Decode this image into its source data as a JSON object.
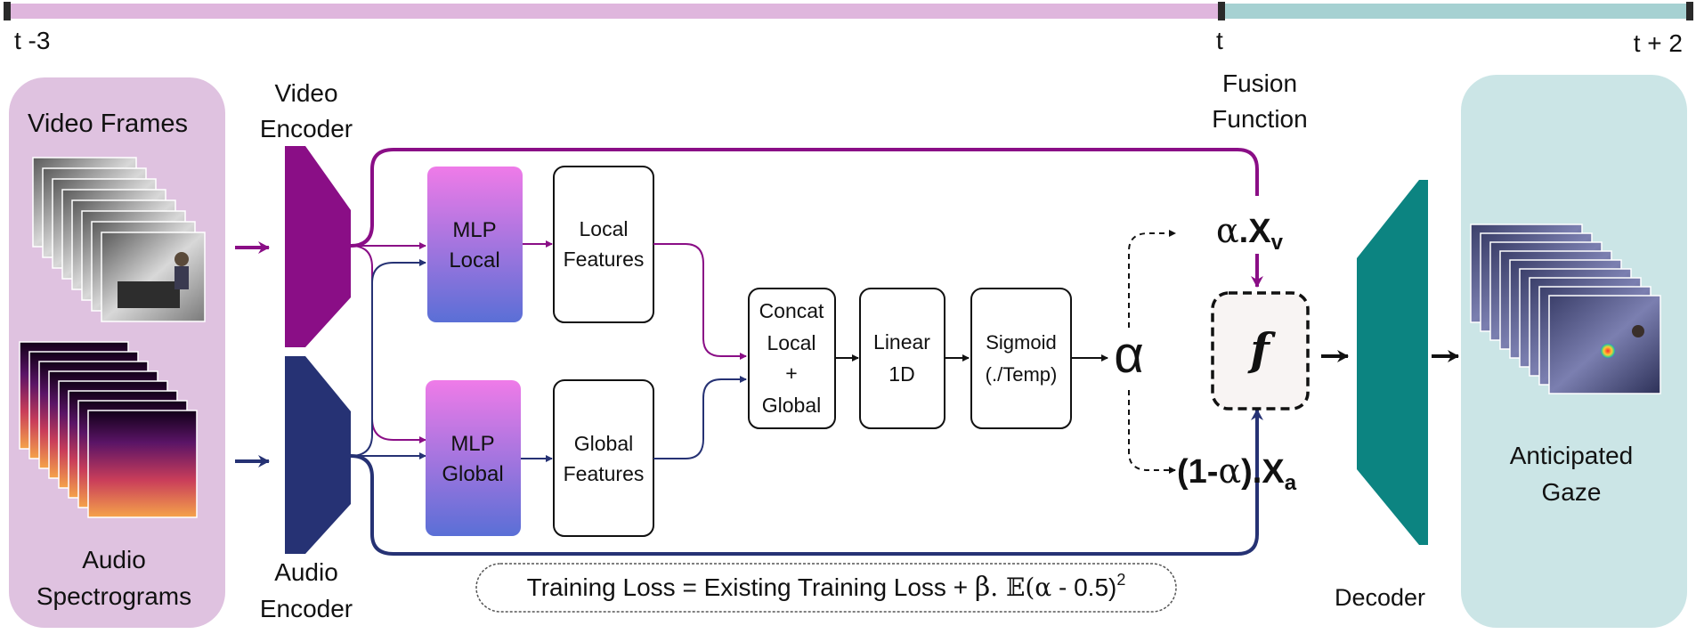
{
  "timeline": {
    "start_label": "t -3",
    "mid_label": "t",
    "end_label": "t + 2",
    "past_color": "#dfb6dd",
    "future_color": "#a6d1d2"
  },
  "inputs": {
    "video_frames_label": "Video Frames",
    "audio_label_line1": "Audio",
    "audio_label_line2": "Spectrograms"
  },
  "encoders": {
    "video_line1": "Video",
    "video_line2": "Encoder",
    "audio_line1": "Audio",
    "audio_line2": "Encoder",
    "video_color": "#8a0e86",
    "audio_color": "#263274"
  },
  "blocks": {
    "mlp_local_line1": "MLP",
    "mlp_local_line2": "Local",
    "mlp_global_line1": "MLP",
    "mlp_global_line2": "Global",
    "local_feat_line1": "Local",
    "local_feat_line2": "Features",
    "global_feat_line1": "Global",
    "global_feat_line2": "Features",
    "concat_line1": "Concat",
    "concat_line2": "Local",
    "concat_line3": "+",
    "concat_line4": "Global",
    "linear_line1": "Linear",
    "linear_line2": "1D",
    "sigmoid_line1": "Sigmoid",
    "sigmoid_line2": "(./Temp)"
  },
  "fusion": {
    "title_line1": "Fusion",
    "title_line2": "Function",
    "alpha_symbol": "α",
    "video_term_alpha": "α",
    "video_term_dot_x": ".X",
    "video_term_sub": "v",
    "audio_term_prefix": "(1-",
    "audio_term_alpha": "α",
    "audio_term_suffix": ").X",
    "audio_term_sub": "a",
    "function_symbol": "f"
  },
  "loss": {
    "text": "Training Loss = Existing Training Loss + ",
    "beta": "β",
    "expectation": ". 𝔼(",
    "alpha": "α",
    "tail": " - 0.5)",
    "exponent": "2"
  },
  "decoder": {
    "label": "Decoder",
    "color": "#0c8481"
  },
  "output": {
    "label_line1": "Anticipated",
    "label_line2": "Gaze"
  }
}
